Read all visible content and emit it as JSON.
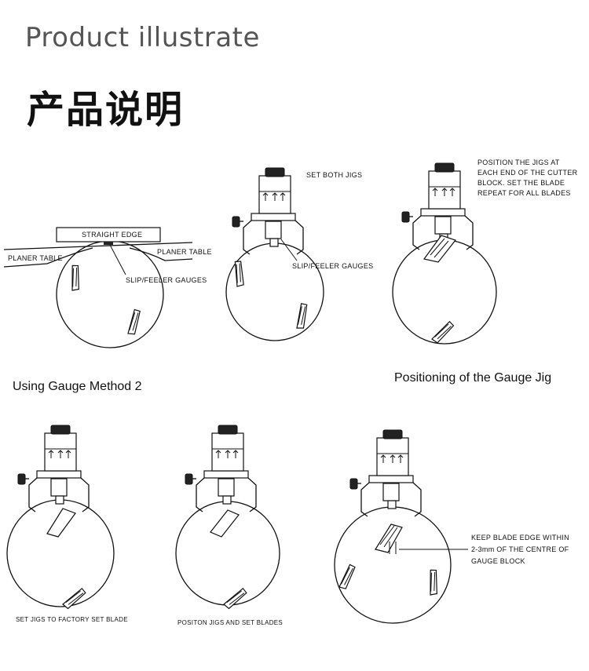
{
  "header": {
    "title_en": "Product illustrate",
    "title_cn": "产品说明"
  },
  "fig1": {
    "straight_edge": "STRAIGHT EDGE",
    "planer_table_left": "PLANER TABLE",
    "planer_table_right": "PLANER TABLE",
    "feeler": "SLIP/FEELER GAUGES",
    "caption": "Using Gauge Method 2"
  },
  "fig2": {
    "set_jigs": "SET BOTH JIGS",
    "feeler": "SLIP/FEELER GAUGES"
  },
  "fig3": {
    "note": [
      "POSITION THE JIGS AT",
      "EACH END OF THE CUTTER",
      "BLOCK. SET THE BLADE",
      "REPEAT FOR ALL BLADES"
    ],
    "caption": "Positioning of the Gauge Jig"
  },
  "fig4": {
    "caption": "SET JIGS TO FACTORY SET BLADE"
  },
  "fig5": {
    "caption": "POSITON JIGS AND SET BLADES"
  },
  "fig6": {
    "note": [
      "KEEP BLADE EDGE WITHIN",
      "2-3mm OF THE CENTRE OF",
      "GAUGE BLOCK"
    ]
  }
}
